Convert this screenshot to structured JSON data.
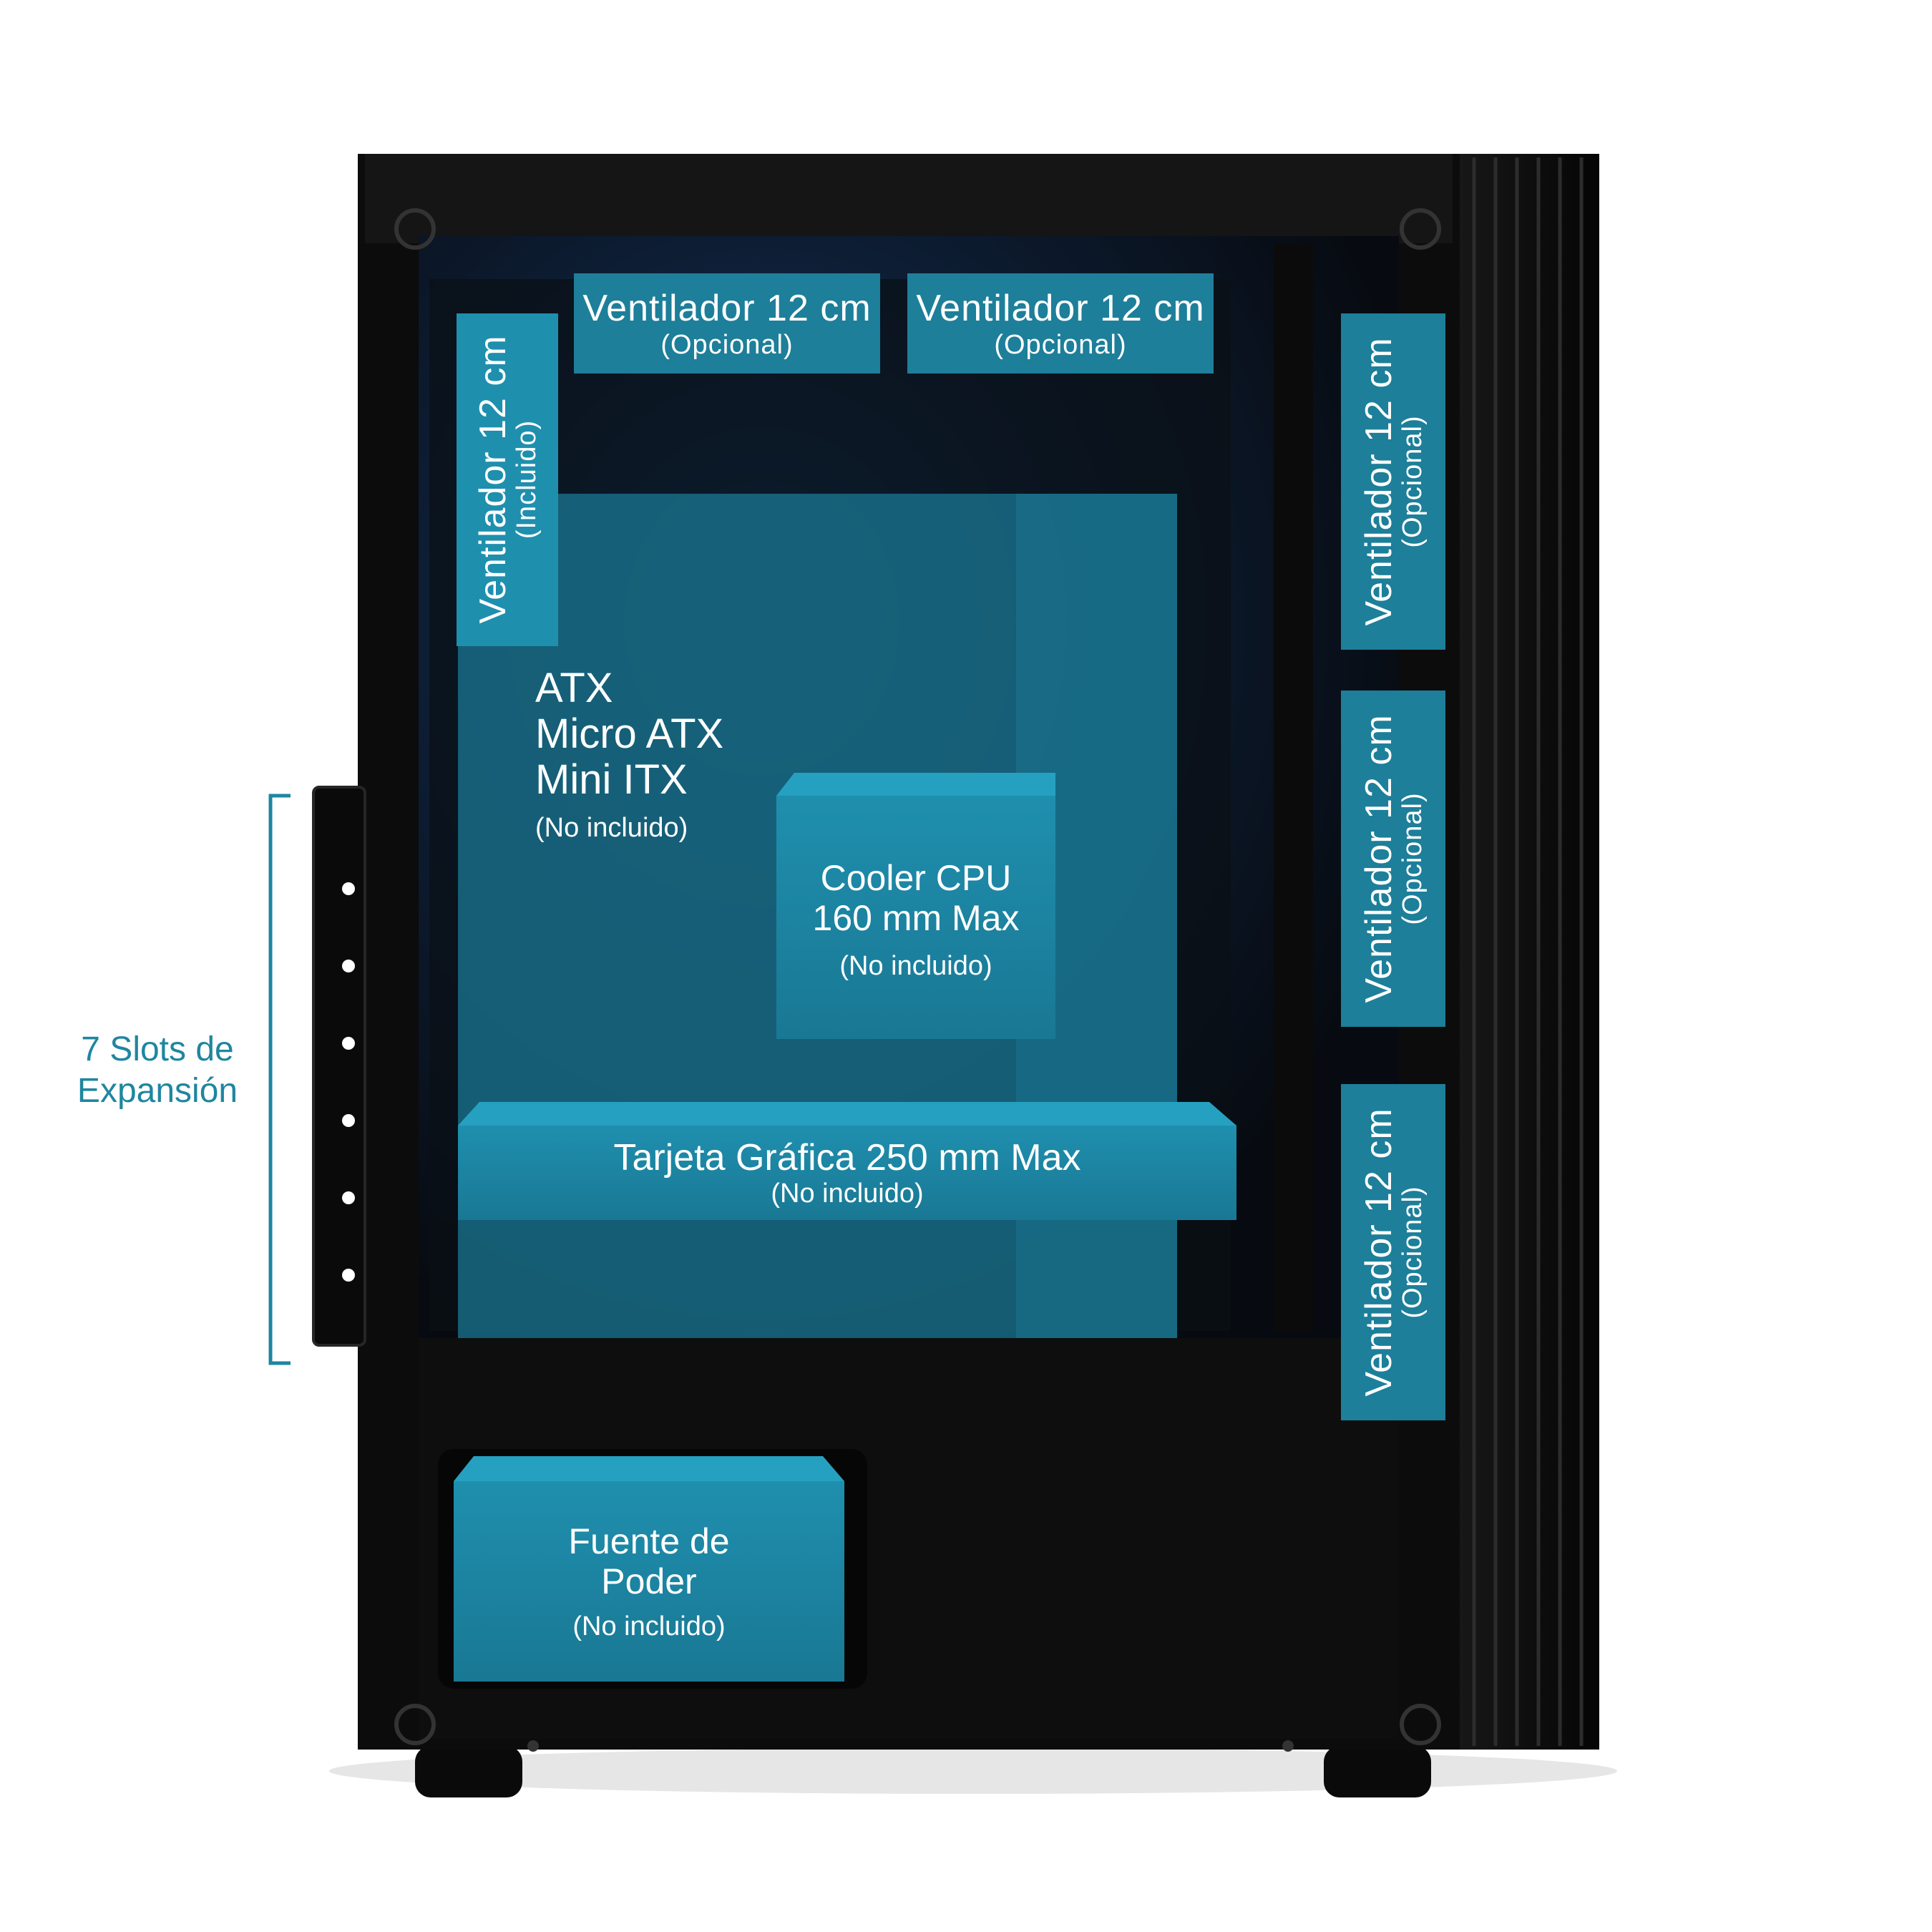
{
  "colors": {
    "accent": "#1d8aa8",
    "box_fill": "#1d7f9a",
    "label_teal": "#1f86a0",
    "case_black": "#0c0c0c"
  },
  "fans": {
    "top_left": {
      "title": "Ventilador 12 cm",
      "sub": "(Opcional)"
    },
    "top_right": {
      "title": "Ventilador 12 cm",
      "sub": "(Opcional)"
    },
    "rear": {
      "title": "Ventilador 12 cm",
      "sub": "(Incluido)"
    },
    "front_top": {
      "title": "Ventilador 12 cm",
      "sub": "(Opcional)"
    },
    "front_middle": {
      "title": "Ventilador 12 cm",
      "sub": "(Opcional)"
    },
    "front_bottom": {
      "title": "Ventilador 12 cm",
      "sub": "(Opcional)"
    }
  },
  "motherboard": {
    "line1": "ATX",
    "line2": "Micro ATX",
    "line3": "Mini ITX",
    "note": "(No incluido)"
  },
  "cooler": {
    "line1": "Cooler CPU",
    "line2": "160 mm Max",
    "note": "(No incluido)"
  },
  "gpu": {
    "title": "Tarjeta Gráfica 250 mm Max",
    "note": "(No incluido)"
  },
  "psu": {
    "line1": "Fuente de",
    "line2": "Poder",
    "note": "(No incluido)"
  },
  "slots": {
    "line1": "7 Slots de",
    "line2": "Expansión",
    "count": 7
  }
}
